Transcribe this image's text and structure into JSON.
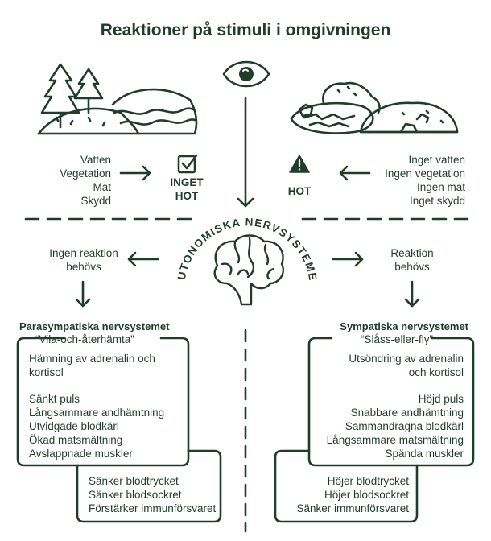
{
  "title": "Reaktioner på stimuli i omgivningen",
  "left_env": {
    "items": [
      "Vatten",
      "Vegetation",
      "Mat",
      "Skydd"
    ],
    "status_line1": "INGET",
    "status_line2": "HOT"
  },
  "right_env": {
    "items": [
      "Inget vatten",
      "Ingen vegetation",
      "Ingen mat",
      "Inget skydd"
    ],
    "status": "HOT"
  },
  "center": {
    "arc_label": "AUTONOMISKA NERVSYSTEMET"
  },
  "left_branch": {
    "reaction_line1": "Ingen reaktion",
    "reaction_line2": "behövs",
    "system_name": "Parasympatiska nervsystemet",
    "nickname": "“Vila-och-återhämta”",
    "effects_a": [
      "Hämning av adrenalin och",
      "kortisol"
    ],
    "effects_b": [
      "Sänkt puls",
      "Långsammare andhämtning",
      "Utvidgade blodkärl",
      "Ökad matsmältning",
      "Avslappnade muskler"
    ],
    "outcomes": [
      "Sänker blodtrycket",
      "Sänker blodsockret",
      "Förstärker immunförsvaret"
    ]
  },
  "right_branch": {
    "reaction_line1": "Reaktion",
    "reaction_line2": "behövs",
    "system_name": "Sympatiska nervsystemet",
    "nickname": "“Slåss-eller-fly”",
    "effects_a": [
      "Utsöndring av adrenalin",
      "och kortisol"
    ],
    "effects_b": [
      "Höjd puls",
      "Snabbare andhämtning",
      "Sammandragna blodkärl",
      "Långsammare matsmältning",
      "Spända muskler"
    ],
    "outcomes": [
      "Höjer blodtrycket",
      "Höjer blodsockret",
      "Sänker immunförsvaret"
    ]
  },
  "colors": {
    "ink": "#1f3d2b",
    "background": "#ffffff"
  },
  "icons": [
    "tree-icon",
    "hill-icon",
    "eye-icon",
    "checkbox-icon",
    "warning-icon",
    "dry-pond-icon",
    "brain-icon",
    "arrow-icon"
  ]
}
